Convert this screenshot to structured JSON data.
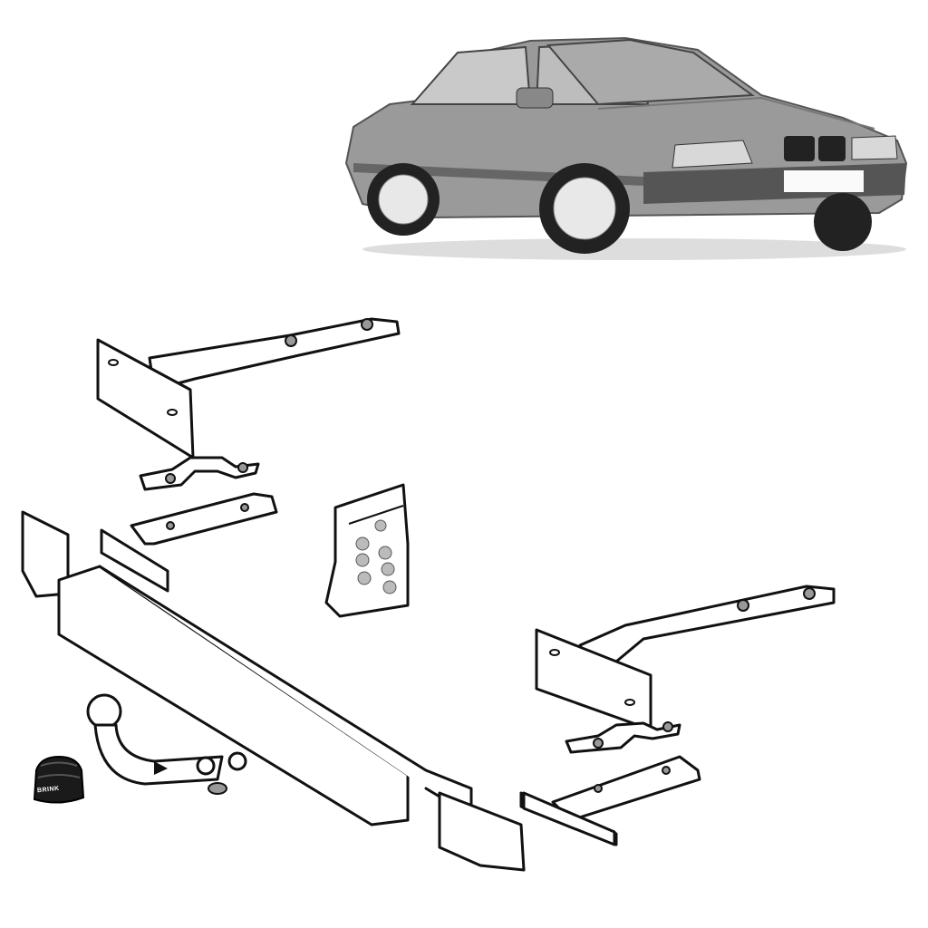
{
  "product": {
    "vehicle_image": "grey-coupe-car-photo",
    "diagram": "towbar-kit-line-drawing",
    "components": [
      {
        "name": "mounting-bracket-upper-left"
      },
      {
        "name": "clamp-strip-left"
      },
      {
        "name": "mounting-bracket-lower-left"
      },
      {
        "name": "main-crossbar"
      },
      {
        "name": "tow-ball"
      },
      {
        "name": "hardware-bag"
      },
      {
        "name": "mounting-bracket-upper-right"
      },
      {
        "name": "clamp-strip-right"
      },
      {
        "name": "mounting-bracket-lower-right"
      },
      {
        "name": "electrical-socket-cover"
      }
    ],
    "cover_brand": "BRINK"
  },
  "colors": {
    "background": "#ffffff",
    "line": "#111111",
    "car_body": "#9a9a9a"
  }
}
